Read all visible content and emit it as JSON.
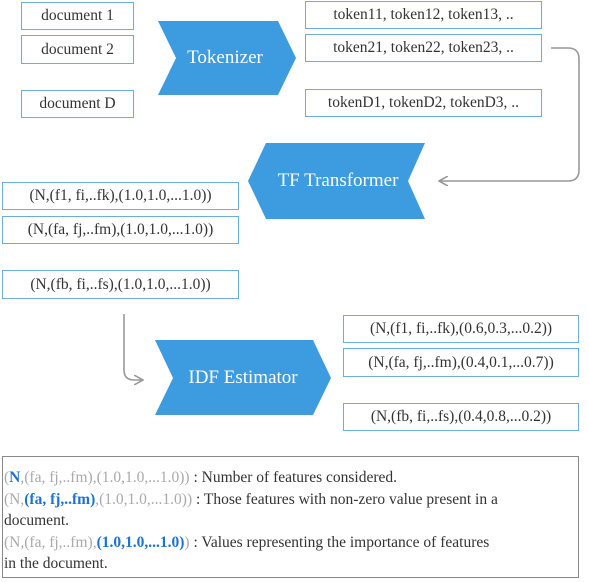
{
  "colors": {
    "accent": "#3d9be0",
    "box_border": "#6aaedc",
    "arrow": "#999999",
    "highlight": "#1e73d2",
    "muted": "#aaaaaa"
  },
  "documents": [
    "document 1",
    "document 2",
    "document D"
  ],
  "stages": {
    "tokenizer": "Tokenizer",
    "tf_transformer": "TF Transformer",
    "idf_estimator": "IDF Estimator"
  },
  "tokens": [
    "token11, token12, token13, ..",
    "token21, token22, token23, ..",
    "tokenD1, tokenD2, tokenD3, .."
  ],
  "tf_vectors": [
    "(N,(f1, fi,..fk),(1.0,1.0,...1.0))",
    "(N,(fa, fj,..fm),(1.0,1.0,...1.0))",
    "(N,(fb, fi,..fs),(1.0,1.0,...1.0))"
  ],
  "idf_vectors": [
    "(N,(f1, fi,..fk),(0.6,0.3,...0.2))",
    "(N,(fa, fj,..fm),(0.4,0.1,...0.7))",
    "(N,(fb, fi,..fs),(0.4,0.8,...0.2))"
  ],
  "legend": {
    "open": "(",
    "n": "N",
    "features": "(fa, fj,..fm)",
    "values": "(1.0,1.0,...1.0)",
    "comma": ",",
    "close": ")",
    "desc_n": " : Number of features considered.",
    "desc_features_1": " : Those features with non-zero value present in a",
    "desc_features_2": "document.",
    "desc_values_1": " : Values representing the importance of features",
    "desc_values_2": "in the document."
  }
}
